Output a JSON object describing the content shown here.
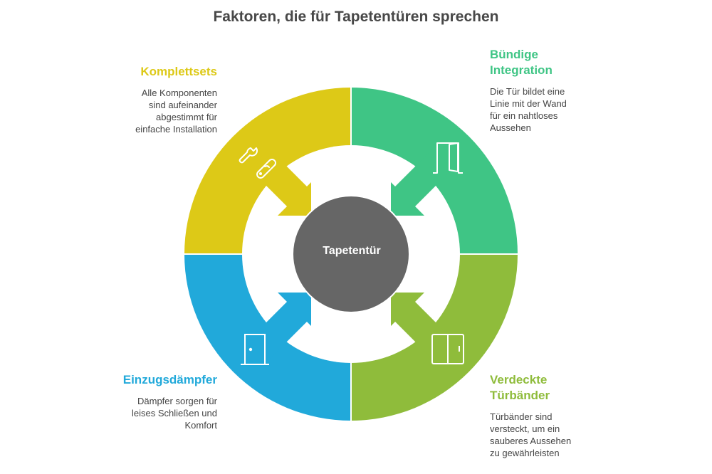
{
  "title": "Faktoren, die für Tapetentüren sprechen",
  "center": {
    "label": "Tapetentür",
    "color": "#666666"
  },
  "colors": {
    "yellow": "#DDC917",
    "green": "#3FC585",
    "blue": "#21A9DA",
    "lime": "#8FBC3B"
  },
  "factors": [
    {
      "position": "top-left",
      "heading": "Komplettsets",
      "description": "Alle Komponenten sind aufeinander abgestimmt für einfache Installation",
      "icon": "wrench-tools-icon",
      "color": "#DDC917"
    },
    {
      "position": "top-right",
      "heading": "Bündige Integration",
      "description": "Die Tür bildet eine Linie mit der Wand für ein nahtloses Aussehen",
      "icon": "open-door-icon",
      "color": "#3FC585"
    },
    {
      "position": "bottom-left",
      "heading": "Einzugsdämpfer",
      "description": "Dämpfer sorgen für leises Schließen und Komfort",
      "icon": "door-icon",
      "color": "#21A9DA"
    },
    {
      "position": "bottom-right",
      "heading": "Verdeckte Türbänder",
      "description": "Türbänder sind versteckt, um ein sauberes Aussehen zu gewährleisten",
      "icon": "double-door-icon",
      "color": "#8FBC3B"
    }
  ]
}
